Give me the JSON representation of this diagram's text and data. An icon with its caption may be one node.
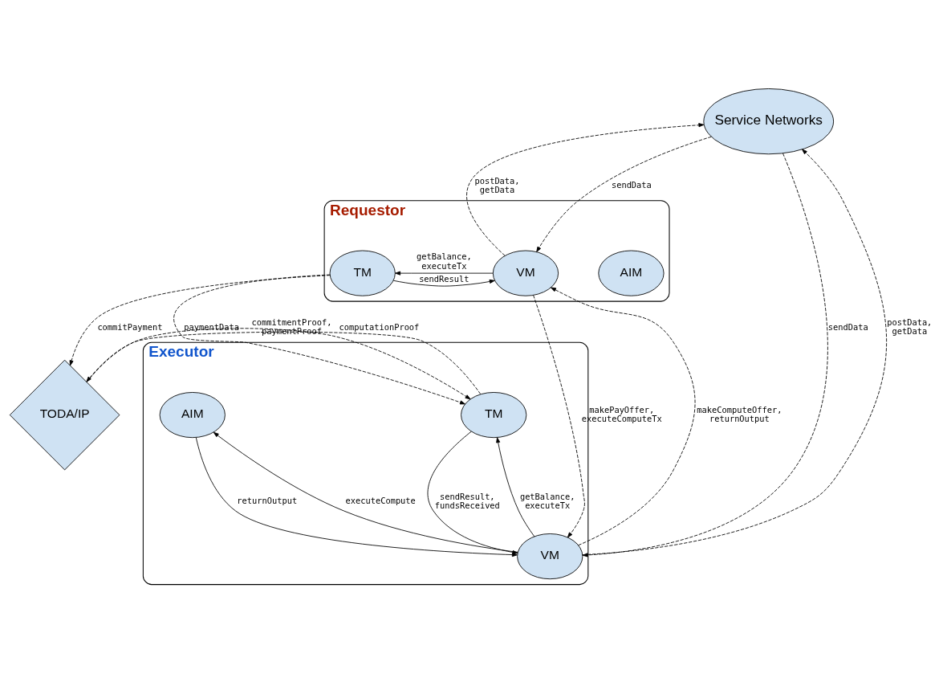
{
  "diagram": {
    "nodes": [
      {
        "text": [
          "Requestor"
        ]
      },
      {
        "text": [
          "AIM"
        ],
        "in": 0
      },
      {
        "text": [
          "TM"
        ],
        "in": 0
      },
      {
        "text": [
          "VM"
        ],
        "in": 0
      },
      {
        "text": [
          "Service Networks"
        ]
      },
      {
        "text": [
          "TODA/IP"
        ]
      },
      {
        "text": [
          "Executor"
        ]
      },
      {
        "text": [
          "VM"
        ],
        "in": 6
      },
      {
        "text": [
          "TM"
        ],
        "in": 6
      },
      {
        "text": [
          "AIM"
        ],
        "in": 6
      }
    ],
    "edges": [
      {
        "from": 3,
        "to": 2,
        "arrow": "to",
        "label": "getBalance, executeTx"
      },
      {
        "from": 2,
        "to": 3,
        "arrow": "to",
        "label": "sendResult"
      },
      {
        "from": 3,
        "to": 4,
        "arrow": "to",
        "label": "postData, getData",
        "style": "dashed"
      },
      {
        "from": 4,
        "to": 3,
        "arrow": "to",
        "label": "sendData",
        "style": "dashed"
      },
      {
        "from": 2,
        "to": 5,
        "arrow": "to",
        "label": "commitPayment",
        "style": "dashed"
      },
      {
        "from": 2,
        "to": 8,
        "arrow": "to",
        "label": "paymentData",
        "style": "dashed"
      },
      {
        "from": 3,
        "to": 7,
        "arrow": "to",
        "label": "makePayOffer, executeComputeTx",
        "style": "dashed"
      },
      {
        "from": 7,
        "to": 3,
        "arrow": "to",
        "label": "makeComputeOffer, returnOutput",
        "style": "dashed"
      },
      {
        "from": 4,
        "to": 7,
        "arrow": "to",
        "label": "sendData",
        "style": "dashed"
      },
      {
        "from": 7,
        "to": 4,
        "arrow": "to",
        "label": "postData, getData",
        "style": "dashed"
      },
      {
        "from": 7,
        "to": 8,
        "arrow": "to",
        "label": "getBalance, executeTx"
      },
      {
        "from": 8,
        "to": 7,
        "arrow": "to",
        "label": "sendResult, fundsReceived"
      },
      {
        "from": 7,
        "to": 9,
        "arrow": "to",
        "label": "executeCompute"
      },
      {
        "from": 9,
        "to": 7,
        "arrow": "to",
        "label": "returnOutput"
      },
      {
        "from": 8,
        "to": 5,
        "arrow": "to",
        "label": "computationProof",
        "style": "dashed"
      },
      {
        "from": 5,
        "to": 8,
        "arrow": "to",
        "label": "commitmentProof, paymentProof",
        "style": "dashed"
      }
    ]
  }
}
